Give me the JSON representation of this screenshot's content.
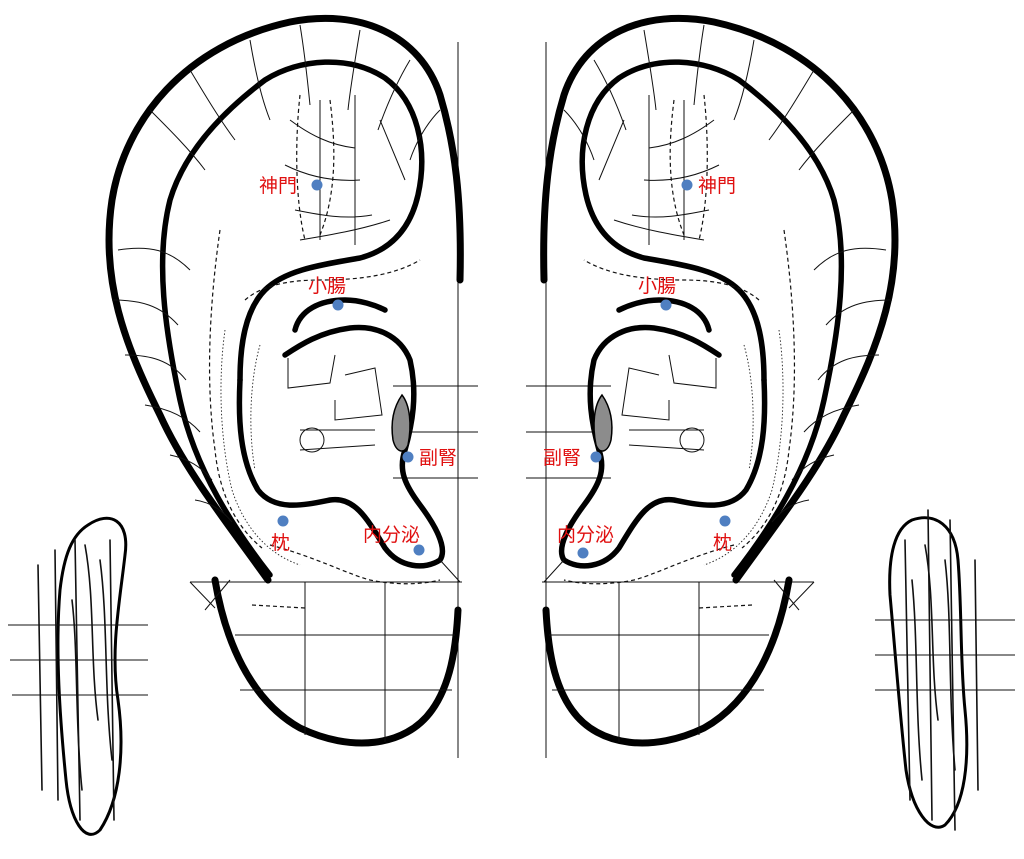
{
  "points": [
    {
      "id": "shenmen-left",
      "label": "神門",
      "side": "left"
    },
    {
      "id": "xiaochang-left",
      "label": "小腸",
      "side": "left"
    },
    {
      "id": "fushen-left",
      "label": "副腎",
      "side": "left"
    },
    {
      "id": "zhen-left",
      "label": "枕",
      "side": "left"
    },
    {
      "id": "neifenmi-left",
      "label": "内分泌",
      "side": "left"
    },
    {
      "id": "shenmen-right",
      "label": "神門",
      "side": "right"
    },
    {
      "id": "xiaochang-right",
      "label": "小腸",
      "side": "right"
    },
    {
      "id": "fushen-right",
      "label": "副腎",
      "side": "right"
    },
    {
      "id": "zhen-right",
      "label": "枕",
      "side": "right"
    },
    {
      "id": "neifenmi-right",
      "label": "内分泌",
      "side": "right"
    }
  ],
  "colors": {
    "point": "#4f7fc1",
    "label": "#e01010",
    "line": "#000000",
    "shade": "#8c8c8c"
  }
}
